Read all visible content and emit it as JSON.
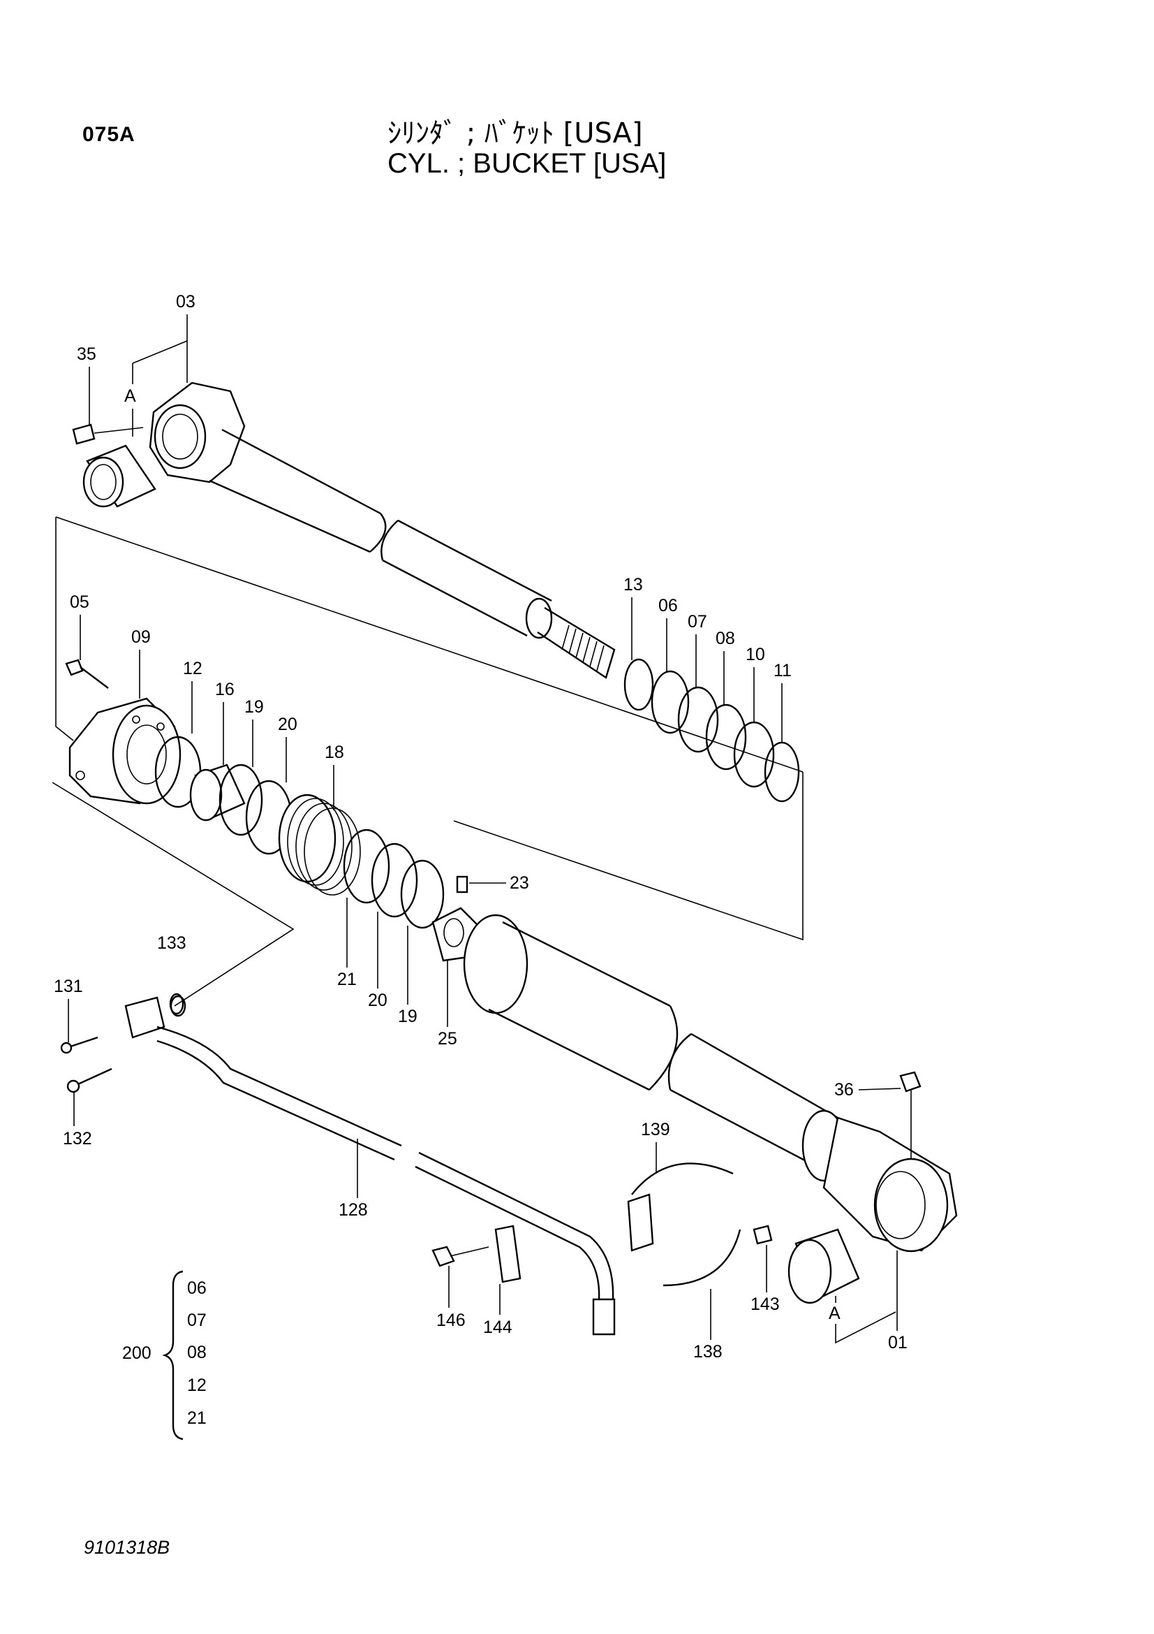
{
  "header": {
    "page_code": "075A",
    "title_jp": "ｼﾘﾝﾀﾞ ; ﾊﾞｹｯﾄ [USA]",
    "title_en": "CYL. ; BUCKET [USA]"
  },
  "footer": {
    "drawing_number": "9101318B"
  },
  "parts": {
    "p03": "03",
    "p35": "35",
    "pA1": "A",
    "p05": "05",
    "p09": "09",
    "p12": "12",
    "p16": "16",
    "p19a": "19",
    "p20a": "20",
    "p18": "18",
    "p13": "13",
    "p06": "06",
    "p07": "07",
    "p08": "08",
    "p10": "10",
    "p11": "11",
    "p23": "23",
    "p21": "21",
    "p20b": "20",
    "p19b": "19",
    "p25": "25",
    "p133": "133",
    "p131": "131",
    "p132": "132",
    "p128": "128",
    "p36": "36",
    "p139": "139",
    "p146": "146",
    "p144": "144",
    "p143": "143",
    "p138": "138",
    "pA2": "A",
    "p01": "01"
  },
  "kit": {
    "number": "200",
    "items": [
      "06",
      "07",
      "08",
      "12",
      "21"
    ]
  }
}
